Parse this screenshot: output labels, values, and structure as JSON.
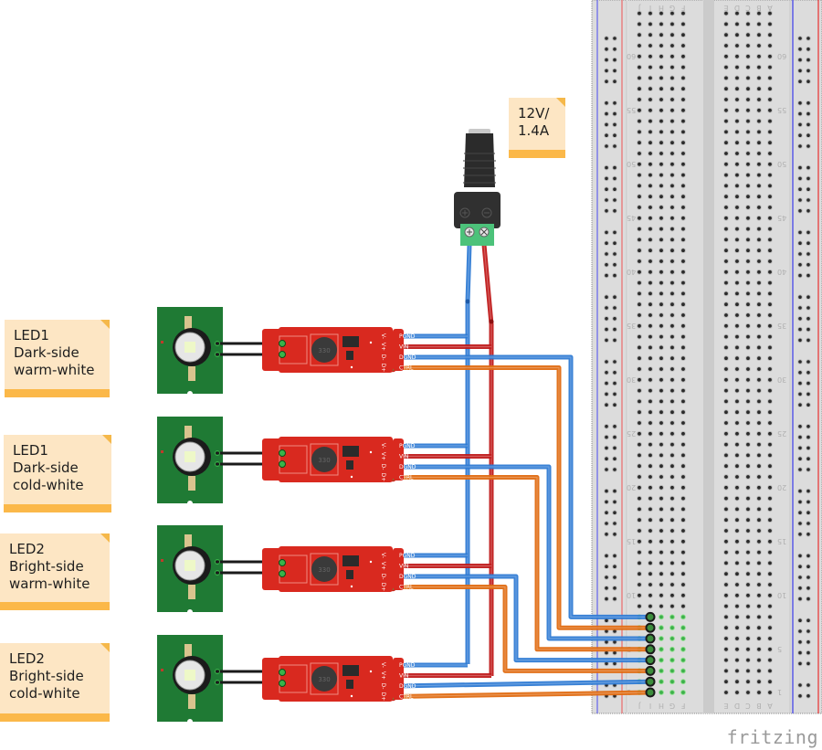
{
  "notes": [
    {
      "lines": [
        "LED1",
        "Dark-side",
        "warm-white"
      ]
    },
    {
      "lines": [
        "LED1",
        "Dark-side",
        "cold-white"
      ]
    },
    {
      "lines": [
        "LED2",
        "Bright-side",
        "warm-white"
      ]
    },
    {
      "lines": [
        "LED2",
        "Bright-side",
        "cold-white"
      ]
    }
  ],
  "power_note": {
    "lines": [
      "12V/",
      "1.4A"
    ]
  },
  "driver": {
    "pin_labels": [
      "PGND",
      "VIN",
      "DGND",
      "CTRL"
    ],
    "side_labels": [
      "V-",
      "V+",
      "D-",
      "D+"
    ],
    "inductor_label": "330"
  },
  "dc_jack": {
    "plus_symbol": "⊕",
    "minus_symbol": "⊖"
  },
  "breadboard": {
    "column_letters_top": [
      "J",
      "I",
      "H",
      "G",
      "F",
      "E",
      "D",
      "C",
      "B",
      "A"
    ],
    "row_numbers": [
      "60",
      "55",
      "50",
      "45",
      "40",
      "35",
      "30",
      "25",
      "20",
      "15",
      "10",
      "5",
      "1"
    ]
  },
  "colors": {
    "wire_blue": "#2f7bd4",
    "wire_red": "#c01a1a",
    "wire_orange": "#e06a10",
    "driver_red": "#d9291f",
    "pcb_green": "#1f7a34",
    "note_bg": "#fde6c4",
    "note_bar": "#fbb849"
  },
  "watermark": "fritzing"
}
